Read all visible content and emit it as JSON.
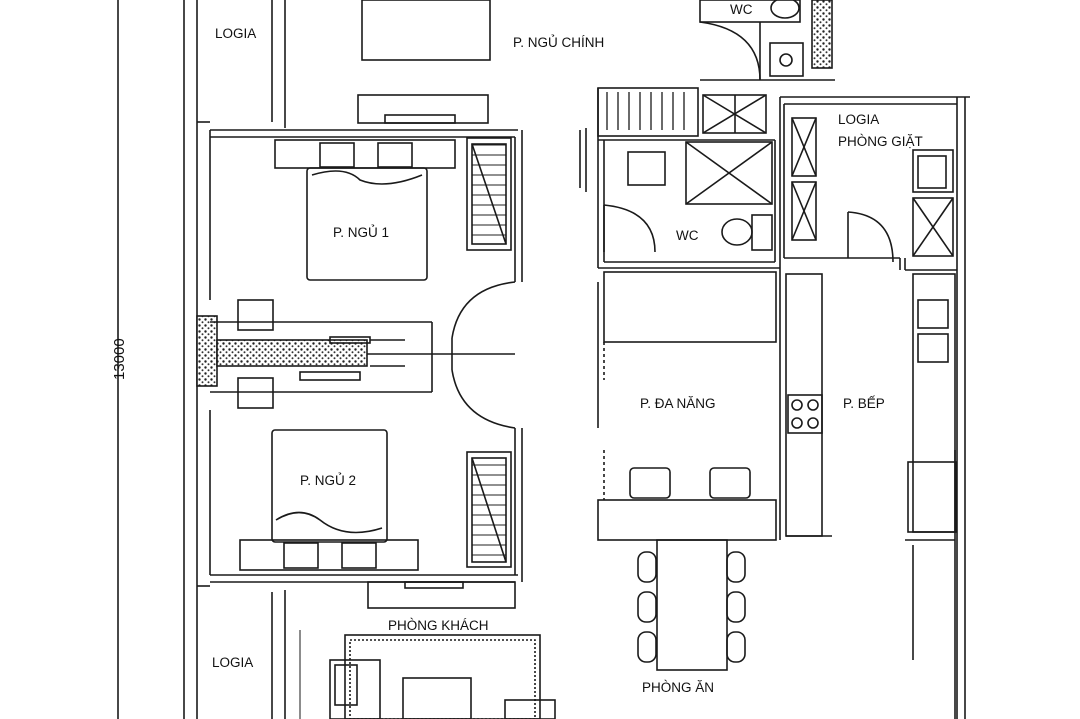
{
  "plan": {
    "dimension": "13000",
    "rooms": {
      "logia_top": "LOGIA",
      "master_bedroom": "P. NGỦ CHÍNH",
      "wc_top": "WC",
      "logia_laundry_line1": "LOGIA",
      "logia_laundry_line2": "PHÒNG GIẶT",
      "bedroom_1": "P. NGỦ 1",
      "wc_middle": "WC",
      "multipurpose": "P. ĐA NĂNG",
      "kitchen": "P. BẾP",
      "bedroom_2": "P. NGỦ 2",
      "living_room": "PHÒNG KHÁCH",
      "logia_bottom": "LOGIA",
      "dining_room": "PHÒNG ĂN"
    }
  }
}
